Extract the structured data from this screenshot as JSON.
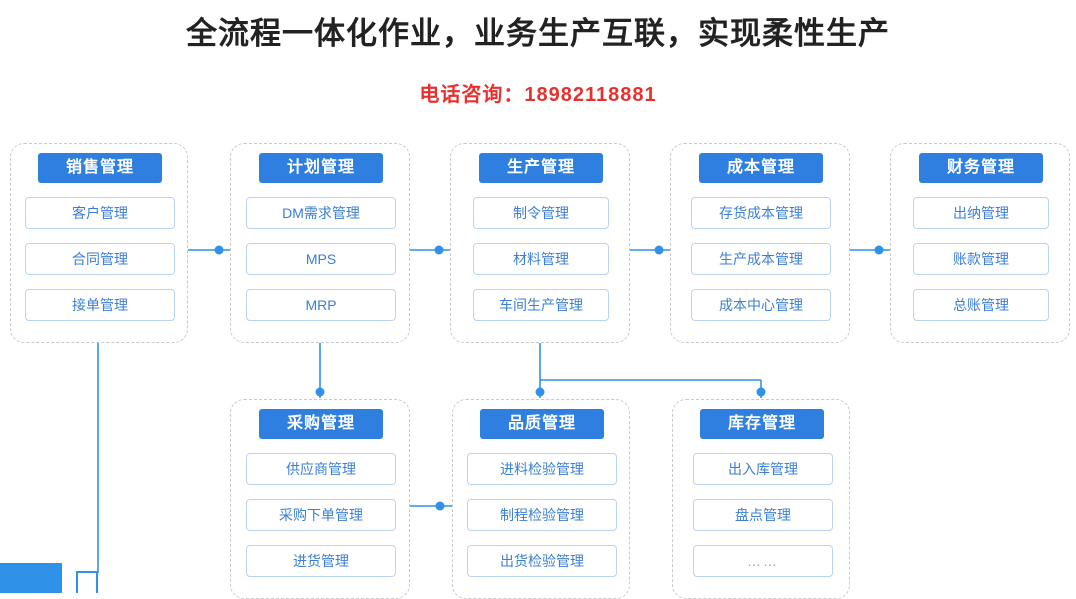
{
  "header": {
    "title": "全流程一体化作业，业务生产互联，实现柔性生产",
    "phone_line": "电话咨询：18982118881",
    "accent_blue": "#2f7fe0",
    "accent_red": "#e8312f"
  },
  "groups": [
    {
      "id": "sales",
      "title": "销售管理",
      "items": [
        "客户管理",
        "合同管理",
        "接单管理"
      ]
    },
    {
      "id": "plan",
      "title": "计划管理",
      "items": [
        "DM需求管理",
        "MPS",
        "MRP"
      ]
    },
    {
      "id": "production",
      "title": "生产管理",
      "items": [
        "制令管理",
        "材料管理",
        "车间生产管理"
      ]
    },
    {
      "id": "cost",
      "title": "成本管理",
      "items": [
        "存货成本管理",
        "生产成本管理",
        "成本中心管理"
      ]
    },
    {
      "id": "finance",
      "title": "财务管理",
      "items": [
        "出纳管理",
        "账款管理",
        "总账管理"
      ]
    },
    {
      "id": "purchase",
      "title": "采购管理",
      "items": [
        "供应商管理",
        "采购下单管理",
        "进货管理"
      ]
    },
    {
      "id": "quality",
      "title": "品质管理",
      "items": [
        "进料检验管理",
        "制程检验管理",
        "出货检验管理"
      ]
    },
    {
      "id": "inventory",
      "title": "库存管理",
      "items": [
        "出入库管理",
        "盘点管理",
        "……"
      ]
    }
  ]
}
